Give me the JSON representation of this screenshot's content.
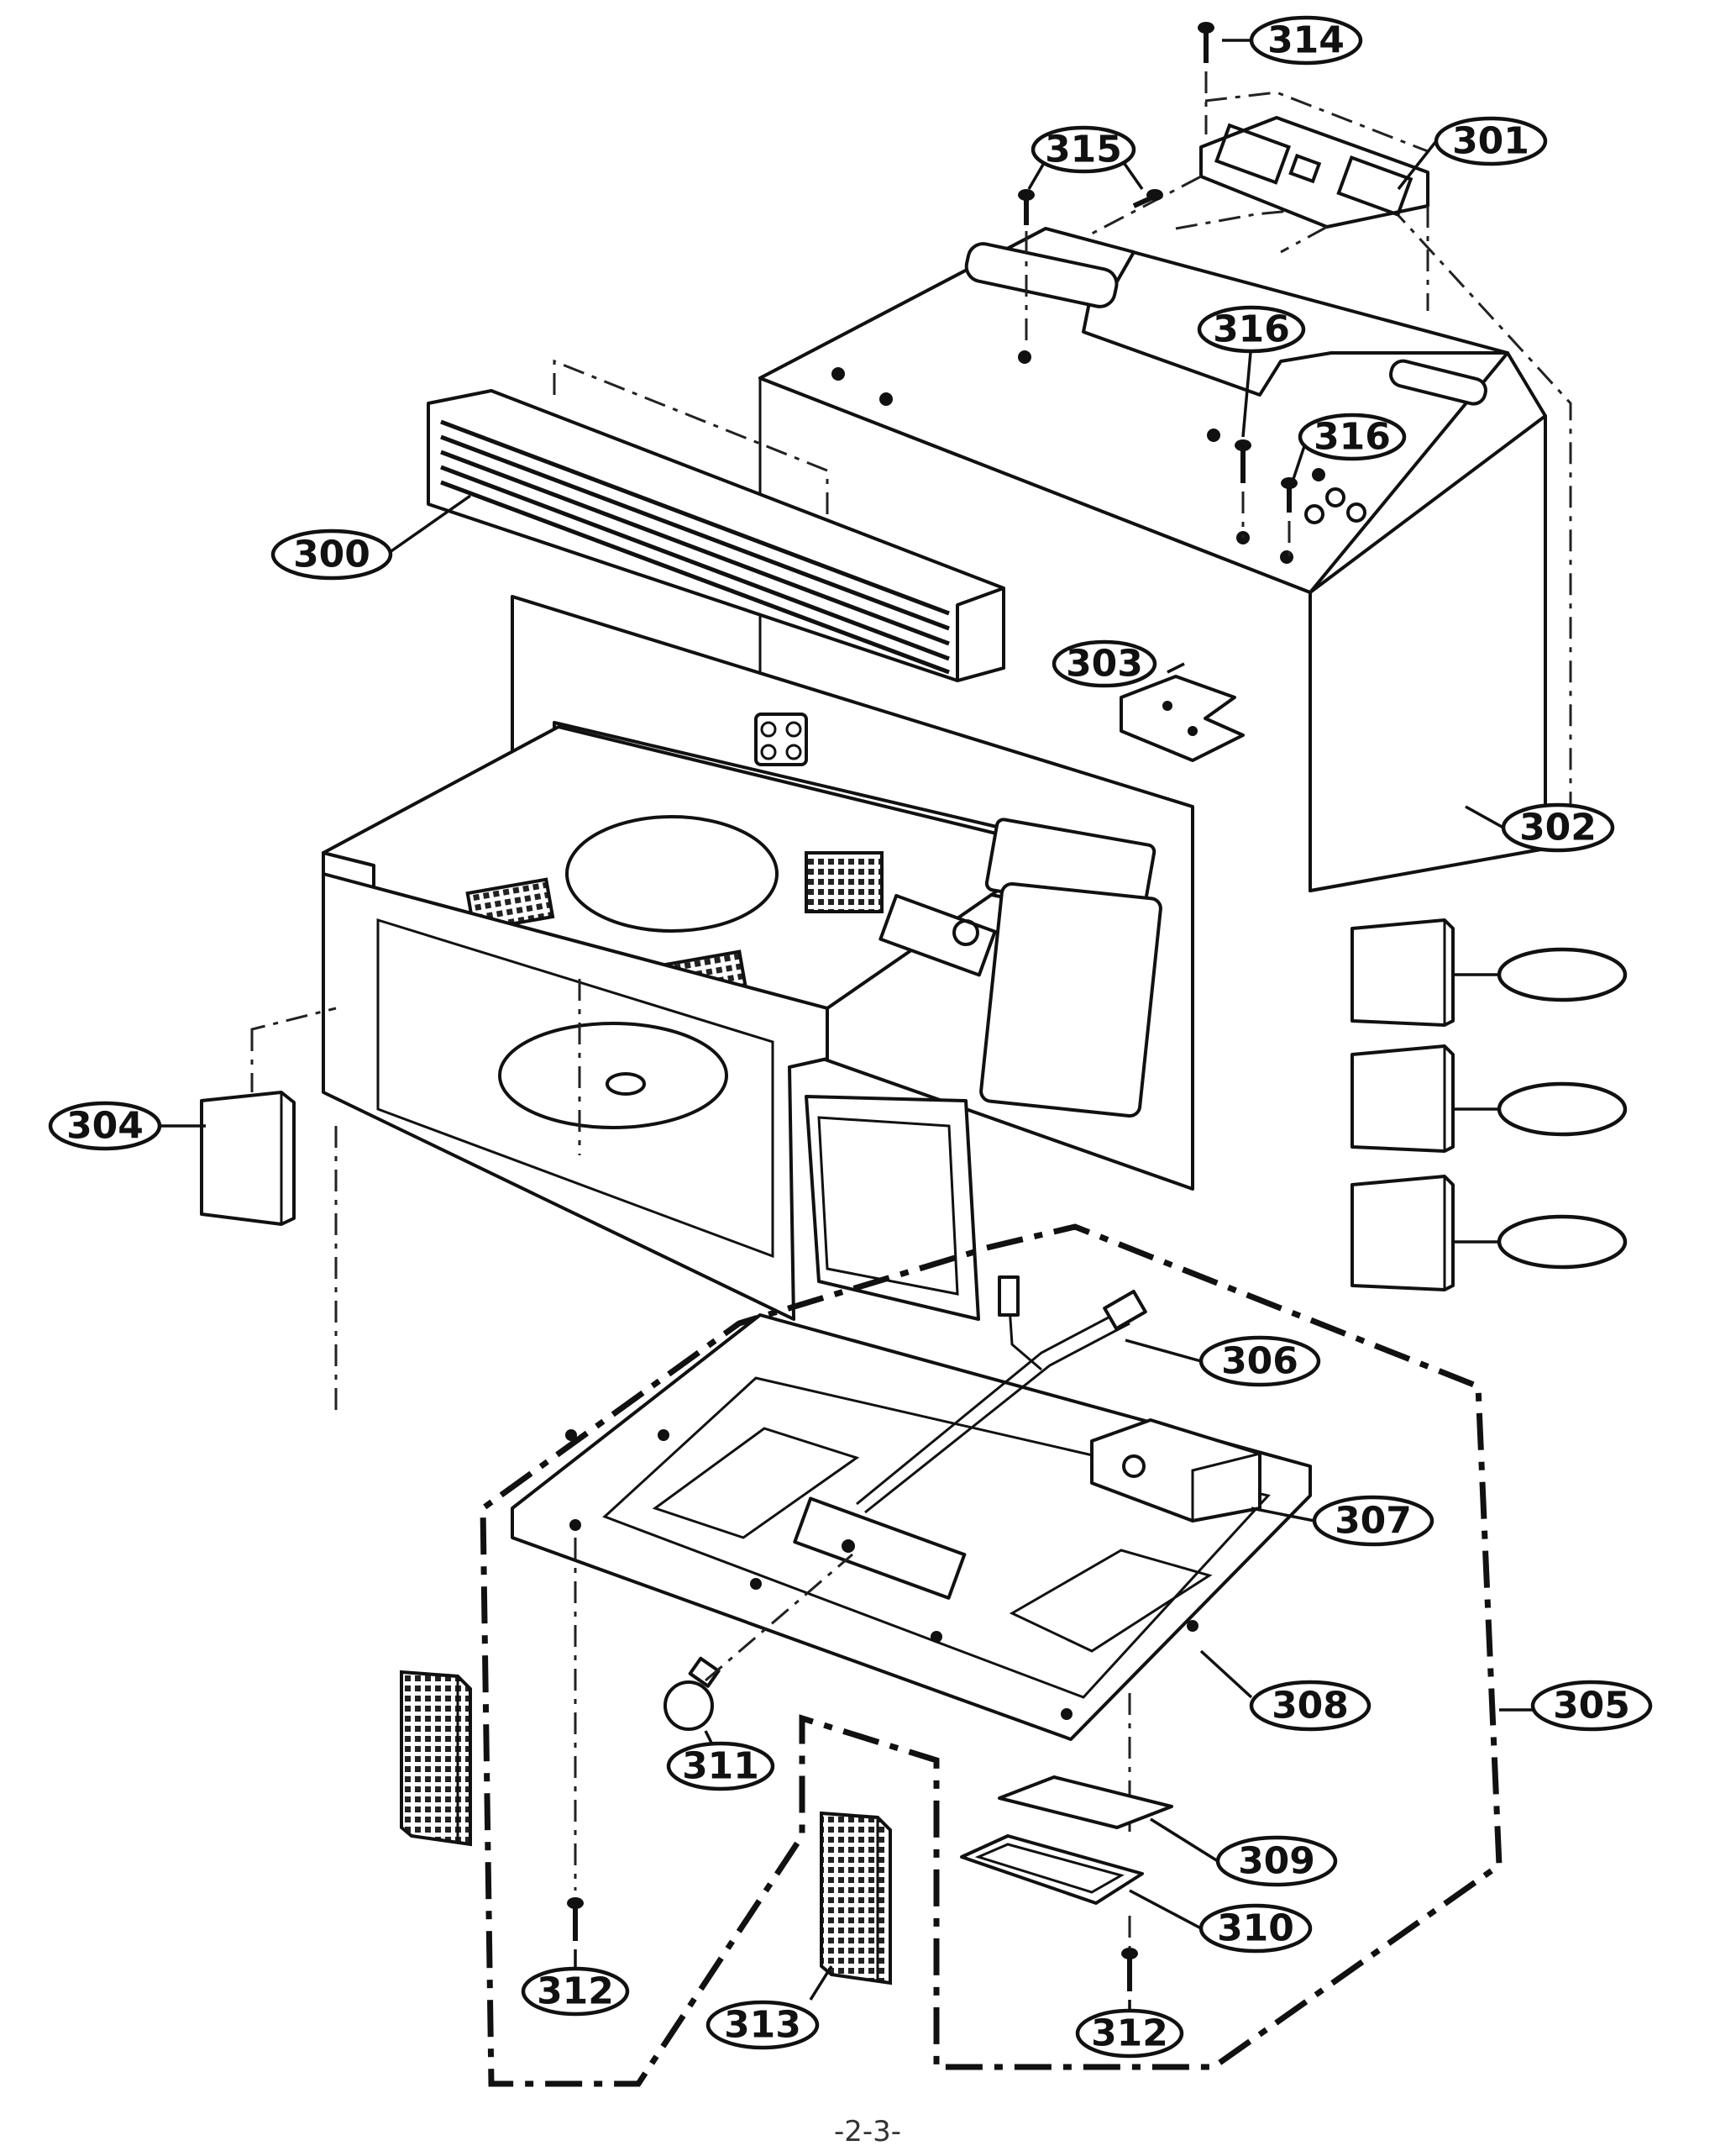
{
  "colors": {
    "ink": "#111111",
    "paper": "#ffffff"
  },
  "callouts": {
    "c300": "300",
    "c301": "301",
    "c302": "302",
    "c303": "303",
    "c304": "304",
    "c305": "305",
    "c306": "306",
    "c307": "307",
    "c308": "308",
    "c309": "309",
    "c310": "310",
    "c311": "311",
    "c312a": "312",
    "c312b": "312",
    "c313": "313",
    "c314": "314",
    "c315": "315",
    "c316a": "316",
    "c316b": "316",
    "blank1": "",
    "blank2": "",
    "blank3": ""
  },
  "footer": {
    "page_number": "-2-3-"
  }
}
